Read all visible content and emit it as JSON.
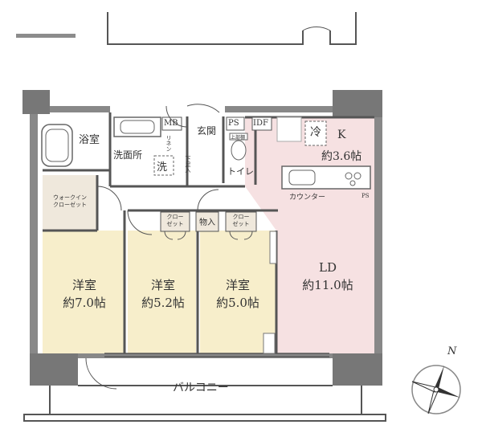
{
  "rooms": {
    "bath": "浴室",
    "washroom": "洗面所",
    "entrance": "玄関",
    "toilet": "トイレ",
    "walkin_closet": [
      "ウォークイン",
      "クローゼット"
    ],
    "western1": {
      "name": "洋室",
      "size": "約7.0帖"
    },
    "western2": {
      "name": "洋室",
      "size": "約5.2帖"
    },
    "western3": {
      "name": "洋室",
      "size": "約5.0帖"
    },
    "kitchen": {
      "name": "K",
      "size": "約3.6帖"
    },
    "living": {
      "name": "LD",
      "size": "約11.0帖"
    },
    "balcony": "バルコニー"
  },
  "fixtures": {
    "mb": "MB",
    "ps": "PS",
    "idf": "IDF",
    "fridge": "冷",
    "washer": "洗",
    "counter": "カウンター",
    "storage": "物入",
    "closet1": [
      "クロー",
      "ゼット"
    ],
    "closet2": [
      "クロー",
      "ゼット"
    ],
    "shoe_storage": "下足入",
    "linen": "リネン",
    "upper_shelf": "上部棚",
    "ps_small": "PS"
  },
  "compass": {
    "north": "N"
  }
}
